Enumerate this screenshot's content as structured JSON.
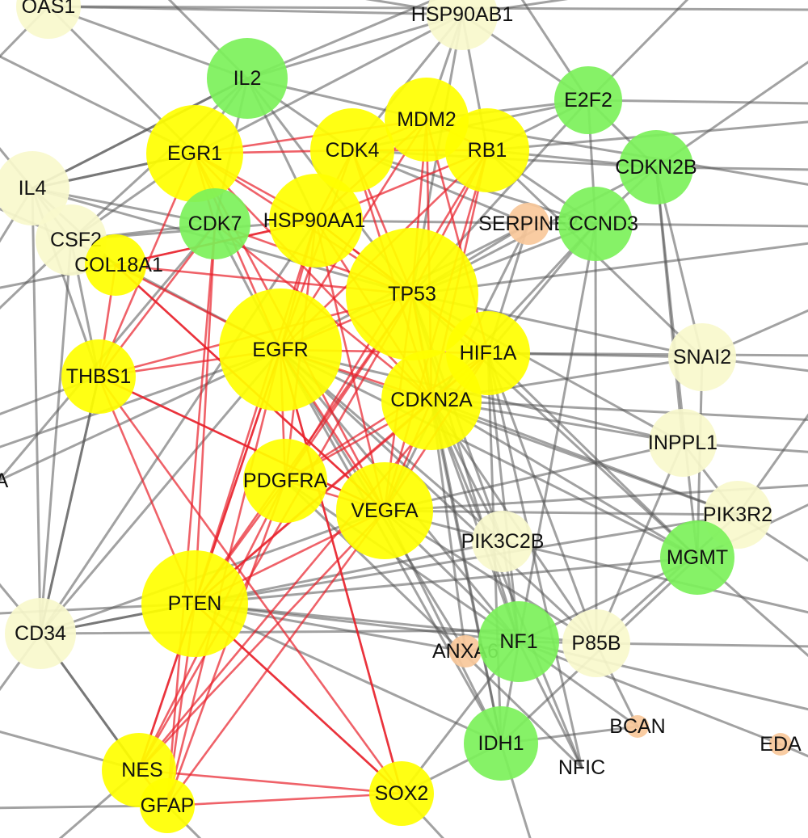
{
  "colors": {
    "hub": "#ffff00",
    "high": "#7cf15a",
    "medium": "#f8f8cc",
    "low": "#f8c89a",
    "edge_hub": "#e8202a",
    "edge_other": "#555555"
  },
  "nodes": [
    {
      "id": "oas1",
      "label": "OAS1",
      "class": "medium"
    },
    {
      "id": "hsp90ab1",
      "label": "HSP90AB1",
      "class": "medium"
    },
    {
      "id": "il2",
      "label": "IL2",
      "class": "high"
    },
    {
      "id": "e2f2",
      "label": "E2F2",
      "class": "high"
    },
    {
      "id": "mdm2",
      "label": "MDM2",
      "class": "hub"
    },
    {
      "id": "egr1",
      "label": "EGR1",
      "class": "hub"
    },
    {
      "id": "cdk4",
      "label": "CDK4",
      "class": "hub"
    },
    {
      "id": "rb1",
      "label": "RB1",
      "class": "hub"
    },
    {
      "id": "cdkn2b",
      "label": "CDKN2B",
      "class": "high"
    },
    {
      "id": "il4",
      "label": "IL4",
      "class": "medium"
    },
    {
      "id": "cdk7",
      "label": "CDK7",
      "class": "high"
    },
    {
      "id": "hsp90aa1",
      "label": "HSP90AA1",
      "class": "hub"
    },
    {
      "id": "serpine2",
      "label": "SERPINE2",
      "class": "low"
    },
    {
      "id": "ccnd3",
      "label": "CCND3",
      "class": "high"
    },
    {
      "id": "csf2",
      "label": "CSF2",
      "class": "medium"
    },
    {
      "id": "col18a1",
      "label": "COL18A1",
      "class": "hub"
    },
    {
      "id": "tp53",
      "label": "TP53",
      "class": "hub"
    },
    {
      "id": "egfr",
      "label": "EGFR",
      "class": "hub"
    },
    {
      "id": "hif1a",
      "label": "HIF1A",
      "class": "hub"
    },
    {
      "id": "snai2",
      "label": "SNAI2",
      "class": "medium"
    },
    {
      "id": "thbs1",
      "label": "THBS1",
      "class": "hub"
    },
    {
      "id": "cdkn2a",
      "label": "CDKN2A",
      "class": "hub"
    },
    {
      "id": "inppl1",
      "label": "INPPL1",
      "class": "medium"
    },
    {
      "id": "pdgfra",
      "label": "PDGFRA",
      "class": "hub"
    },
    {
      "id": "vegfa",
      "label": "VEGFA",
      "class": "hub"
    },
    {
      "id": "pik3r2",
      "label": "PIK3R2",
      "class": "medium"
    },
    {
      "id": "pik3c2b",
      "label": "PIK3C2B",
      "class": "medium"
    },
    {
      "id": "mgmt",
      "label": "MGMT",
      "class": "high"
    },
    {
      "id": "pten",
      "label": "PTEN",
      "class": "hub"
    },
    {
      "id": "cd34",
      "label": "CD34",
      "class": "medium"
    },
    {
      "id": "anxa6",
      "label": "ANXA6",
      "class": "low"
    },
    {
      "id": "nf1",
      "label": "NF1",
      "class": "high"
    },
    {
      "id": "p85b",
      "label": "P85B",
      "class": "medium"
    },
    {
      "id": "bcan",
      "label": "BCAN",
      "class": "low"
    },
    {
      "id": "eda",
      "label": "EDA",
      "class": "low"
    },
    {
      "id": "idh1",
      "label": "IDH1",
      "class": "high"
    },
    {
      "id": "nfic",
      "label": "NFIC",
      "class": "low"
    },
    {
      "id": "nes",
      "label": "NES",
      "class": "hub"
    },
    {
      "id": "gfap",
      "label": "GFAP",
      "class": "hub"
    },
    {
      "id": "sox2",
      "label": "SOX2",
      "class": "hub"
    },
    {
      "id": "partial_left",
      "label": "A",
      "class": "none"
    }
  ]
}
